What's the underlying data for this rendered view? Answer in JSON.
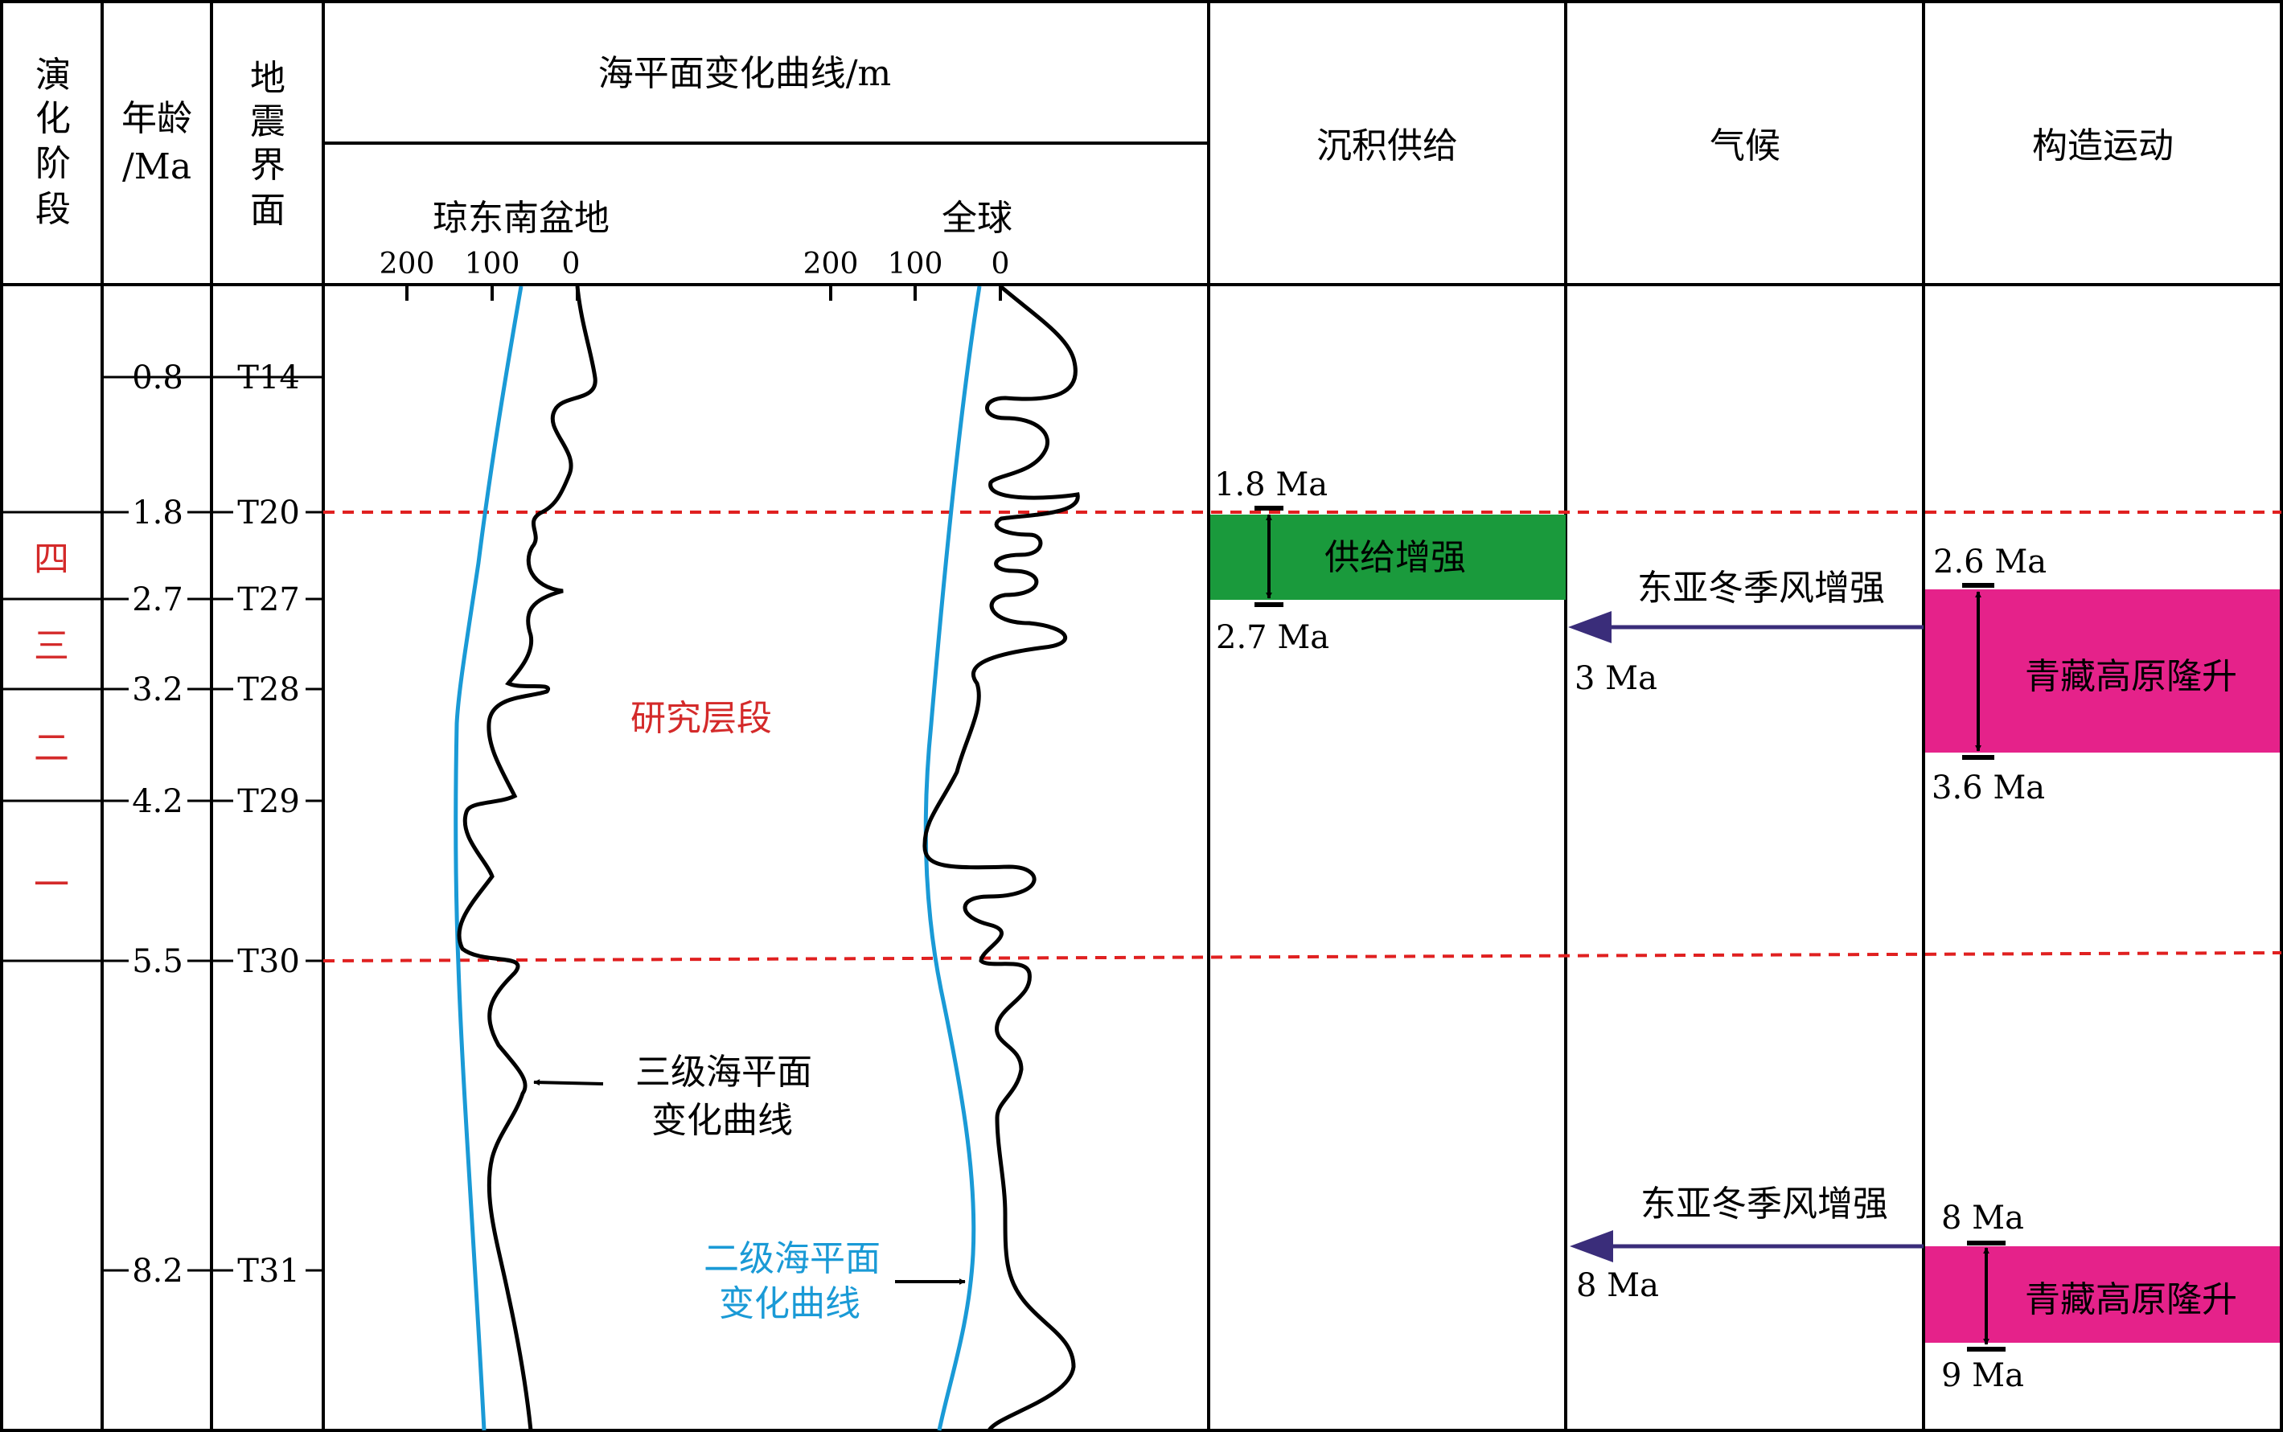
{
  "colors": {
    "line": "#000000",
    "red_text": "#d42a2a",
    "red_dash": "#e02020",
    "blue_curve": "#1a9ad6",
    "green_fill": "#1a9a3c",
    "magenta_fill": "#e5228a",
    "purple_arrow": "#3a2d7a"
  },
  "headers": {
    "stage": [
      "演",
      "化",
      "阶",
      "段"
    ],
    "age": [
      "年龄",
      "/Ma"
    ],
    "seismic": [
      "地",
      "震",
      "界",
      "面"
    ],
    "sea_level": "海平面变化曲线/m",
    "basin": "琼东南盆地",
    "global": "全球",
    "basin_ticks": [
      "200",
      "100",
      "0"
    ],
    "global_ticks": [
      "200",
      "100",
      "0"
    ],
    "sediment": "沉积供给",
    "climate": "气候",
    "tectonic": "构造运动"
  },
  "stages": [
    "四",
    "三",
    "二",
    "一"
  ],
  "horizons": [
    {
      "age": "0.8",
      "name": "T14"
    },
    {
      "age": "1.8",
      "name": "T20"
    },
    {
      "age": "2.7",
      "name": "T27"
    },
    {
      "age": "3.2",
      "name": "T28"
    },
    {
      "age": "4.2",
      "name": "T29"
    },
    {
      "age": "5.5",
      "name": "T30"
    },
    {
      "age": "8.2",
      "name": "T31"
    }
  ],
  "annotations": {
    "study_interval": "研究层段",
    "third_order": [
      "三级海平面",
      "变化曲线"
    ],
    "second_order": [
      "二级海平面",
      "变化曲线"
    ]
  },
  "sediment_event": {
    "label": "供给增强",
    "top": "1.8 Ma",
    "bottom": "2.7 Ma"
  },
  "climate_events": [
    {
      "label": "东亚冬季风增强",
      "age": "3 Ma"
    },
    {
      "label": "东亚冬季风增强",
      "age": "8 Ma"
    }
  ],
  "tectonic_events": [
    {
      "label": "青藏高原隆升",
      "top": "2.6 Ma",
      "bottom": "3.6 Ma"
    },
    {
      "label": "青藏高原隆升",
      "top": "8 Ma",
      "bottom": "9 Ma"
    }
  ]
}
